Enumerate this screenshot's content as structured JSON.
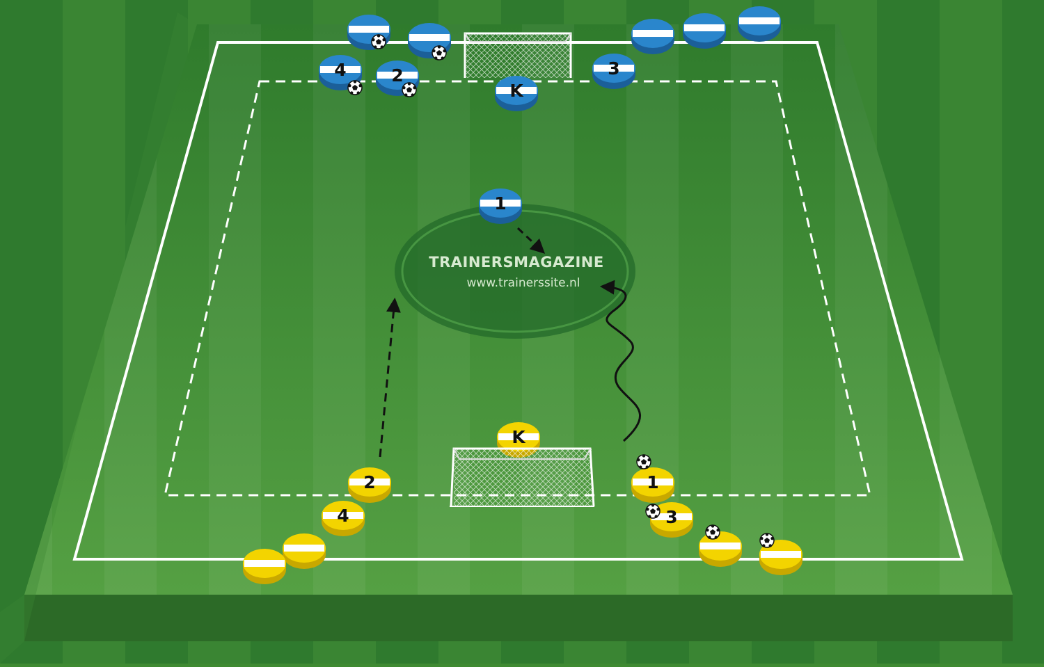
{
  "watermark": {
    "title": "TRAINERSMAGAZINE",
    "url": "www.trainerssite.nl"
  },
  "colors": {
    "grass_dark": "#2f7a2e",
    "grass_light": "#4f9a3c",
    "lines": "#ffffff",
    "team_blue": "#2a86cc",
    "team_yellow": "#f3d400",
    "arrow": "#111111"
  },
  "blue_team": {
    "labels": [
      "",
      "",
      "",
      "",
      "",
      "4",
      "2",
      "K",
      "3",
      "1"
    ],
    "balls": [
      true,
      true,
      false,
      false,
      false,
      true,
      true,
      false,
      false,
      false
    ]
  },
  "yellow_team": {
    "labels": [
      "K",
      "2",
      "4",
      "",
      "",
      "1",
      "3",
      "",
      ""
    ],
    "balls": [
      false,
      false,
      false,
      false,
      false,
      true,
      true,
      true,
      true
    ]
  },
  "goals": [
    "top-goal",
    "bottom-goal"
  ],
  "movements": [
    "dashed-arrow-blue-1",
    "dashed-arrow-yellow-2",
    "dribble-arrow-yellow-1"
  ]
}
